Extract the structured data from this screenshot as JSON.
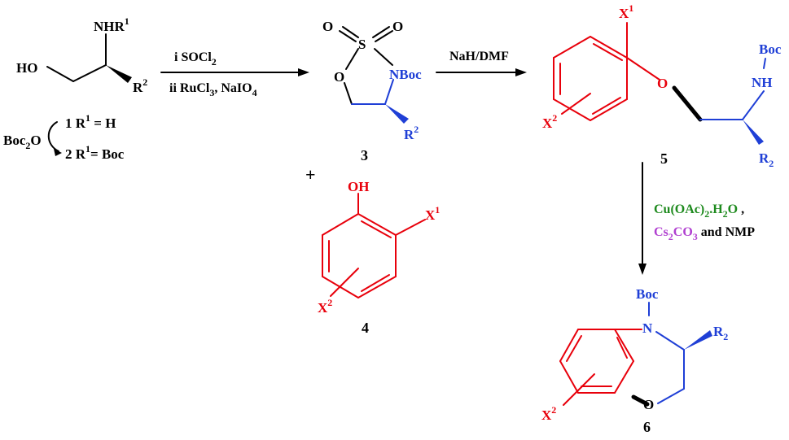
{
  "colors": {
    "black": "#000000",
    "red": "#e8000b",
    "blue": "#1f3fd6",
    "green": "#1e8a1e",
    "purple": "#b03fd0"
  },
  "compound1": {
    "ho": "HO",
    "nhr": "NHR",
    "nhr_sup": "1",
    "r": "R",
    "r_sup": "2"
  },
  "protection": {
    "boc2o_a": "Boc",
    "boc2o_sub": "2",
    "boc2o_b": "O",
    "line1": "1 R",
    "line1_sup": "1",
    "line1_rest": " = H",
    "line2": "2 R",
    "line2_sup": "1",
    "line2_rest": "= Boc"
  },
  "step1": {
    "cond1_a": "i SOCl",
    "cond1_sub": "2",
    "cond2_a": "ii RuCl",
    "cond2_sub": "3",
    "cond2_b": ", NaIO",
    "cond2_sub2": "4"
  },
  "compound3": {
    "o1": "O",
    "s": "S",
    "o2": "O",
    "o_ring": "O",
    "nboc": "NBoc",
    "r": "R",
    "r_sup": "2",
    "number": "3"
  },
  "plus": "+",
  "compound4": {
    "oh": "OH",
    "x1": "X",
    "x1_sup": "1",
    "x2": "X",
    "x2_sup": "2",
    "number": "4"
  },
  "step2": {
    "cond": "NaH/DMF"
  },
  "compound5": {
    "x1": "X",
    "x1_sup": "1",
    "x2": "X",
    "x2_sup": "2",
    "o": "O",
    "boc": "Boc",
    "nh": "NH",
    "r": "R",
    "r_sub": "2",
    "number": "5"
  },
  "step3": {
    "cond1_a": "Cu(OAc)",
    "cond1_sub": "2",
    "cond1_b": ".H",
    "cond1_sub2": "2",
    "cond1_c": "O",
    "cond1_comma": " ,",
    "cond2_a": "Cs",
    "cond2_sub": "2",
    "cond2_b": "CO",
    "cond2_sub2": "3",
    "cond2_c": " and NMP"
  },
  "compound6": {
    "boc": "Boc",
    "n": "N",
    "r": "R",
    "r_sub": "2",
    "o": "O",
    "x2": "X",
    "x2_sup": "2",
    "number": "6"
  }
}
